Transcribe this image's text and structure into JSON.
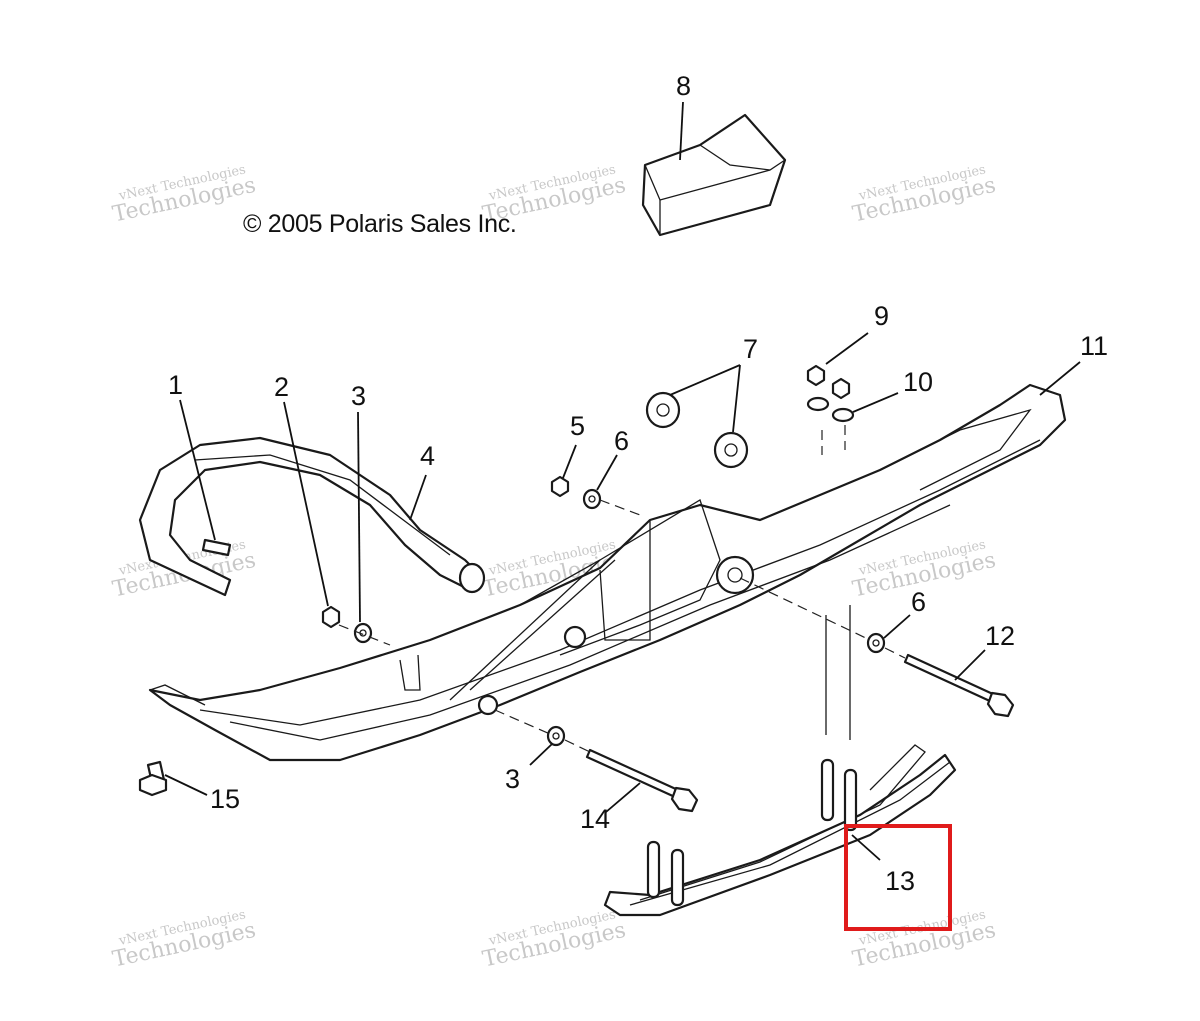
{
  "copyright": "© 2005 Polaris Sales Inc.",
  "watermark": {
    "line1": "vNext Technologies",
    "line2": "vNext",
    "line3": "Technologies"
  },
  "callouts": [
    "1",
    "2",
    "3",
    "3",
    "4",
    "5",
    "6",
    "6",
    "7",
    "8",
    "9",
    "10",
    "11",
    "12",
    "13",
    "14",
    "15"
  ],
  "highlighted_part": "13",
  "highlight_color": "#e01b1b"
}
